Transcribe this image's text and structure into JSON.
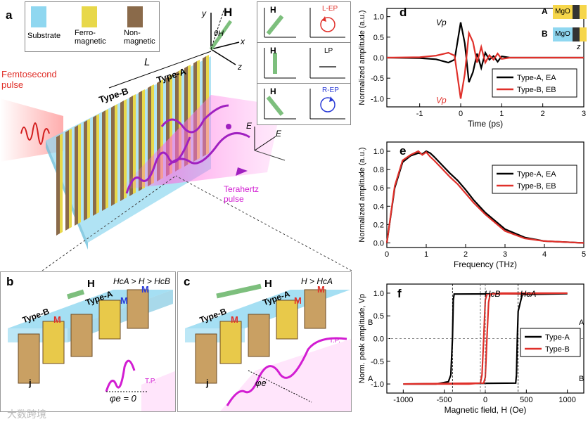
{
  "figure": {
    "panel_labels": {
      "a": "a",
      "b": "b",
      "c": "c",
      "d": "d",
      "e": "e",
      "f": "f"
    },
    "watermark": "大数跨境"
  },
  "panel_a": {
    "legend": [
      {
        "label": "Substrate",
        "color": "#8fd7f0"
      },
      {
        "label": "Ferro-\nmagnetic",
        "color": "#e8d84a"
      },
      {
        "label": "Non-\nmagnetic",
        "color": "#8a6a4a"
      }
    ],
    "femto_label": "Femtosecond\npulse",
    "thz_label": "Terahertz\npulse",
    "L_label": "L",
    "typeA": "Type-A",
    "typeB": "Type-B",
    "axes": {
      "y": "y",
      "x": "x",
      "z": "z",
      "H": "H",
      "theta": "θH",
      "Ey": "E",
      "Ex": "E"
    },
    "insets": [
      {
        "pol": "L-EP",
        "color": "#e0302a"
      },
      {
        "pol": "LP",
        "color": "#000000"
      },
      {
        "pol": "R-EP",
        "color": "#2a3bd6"
      }
    ]
  },
  "panel_b": {
    "cond": "HcA > H > HcB",
    "H": "H",
    "typeA": "Type-A",
    "typeB": "Type-B",
    "M": "M",
    "jc": "j",
    "tp": "T.P.",
    "phi": "φe = 0"
  },
  "panel_c": {
    "cond": "H > HcA",
    "H": "H",
    "typeA": "Type-A",
    "typeB": "Type-B",
    "M": "M",
    "jc": "j",
    "tp": "T.P.",
    "phi": "φe"
  },
  "panel_d": {
    "ylabel": "Normalized amplitude (a.u.)",
    "xlabel": "Time (ps)",
    "legend": [
      "Type-A, EA",
      "Type-B, EB"
    ],
    "vp": "Vp",
    "insetA": "A",
    "insetB": "B",
    "mgo": "MgO",
    "z": "z",
    "xticks": [
      "-1",
      "0",
      "1",
      "2",
      "3"
    ],
    "yticks": [
      "1.0",
      "0.5",
      "0.0",
      "-0.5",
      "-1.0"
    ]
  },
  "panel_e": {
    "ylabel": "Normalized amplitude (a.u.)",
    "xlabel": "Frequency (THz)",
    "legend": [
      "Type-A, EA",
      "Type-B, EB"
    ],
    "xticks": [
      "0",
      "1",
      "2",
      "3",
      "4",
      "5"
    ],
    "yticks": [
      "1.0",
      "0.8",
      "0.6",
      "0.4",
      "0.2",
      "0.0"
    ]
  },
  "panel_f": {
    "ylabel": "Norm. peak amplitude, Vp",
    "xlabel": "Magnetic field, H (Oe)",
    "legend": [
      "Type-A",
      "Type-B"
    ],
    "hcb": "HcB",
    "hca": "HcA",
    "xticks": [
      "-1000",
      "-500",
      "0",
      "500",
      "1000"
    ],
    "yticks": [
      "1.0",
      "0.5",
      "0.0",
      "-0.5",
      "-1.0"
    ],
    "corner_labels": {
      "tl": "B",
      "bl": "A",
      "tr": "A",
      "br": "B"
    }
  },
  "chart_data": [
    {
      "type": "line",
      "xlabel": "Time (ps)",
      "ylabel": "Normalized amplitude (a.u.)",
      "xlim": [
        -1.8,
        3
      ],
      "ylim": [
        -1.2,
        1.2
      ],
      "series": [
        {
          "name": "Type-A, EA",
          "color": "#000000",
          "x": [
            -1.8,
            -1,
            -0.6,
            -0.3,
            -0.15,
            0,
            0.1,
            0.2,
            0.3,
            0.4,
            0.5,
            0.6,
            0.7,
            0.8,
            0.9,
            1.0,
            1.2,
            1.5,
            2,
            3
          ],
          "y": [
            0,
            -0.01,
            -0.04,
            -0.12,
            -0.05,
            0.86,
            0.35,
            -0.6,
            -0.35,
            0.1,
            -0.25,
            0.12,
            -0.05,
            0.04,
            -0.1,
            0.03,
            0.0,
            0.0,
            0.0,
            0.0
          ]
        },
        {
          "name": "Type-B, EB",
          "color": "#e0302a",
          "x": [
            -1.8,
            -1,
            -0.6,
            -0.3,
            -0.15,
            0,
            0.1,
            0.2,
            0.3,
            0.4,
            0.5,
            0.6,
            0.7,
            0.8,
            0.9,
            1.0,
            1.2,
            1.5,
            2,
            3
          ],
          "y": [
            0,
            0.01,
            0.05,
            0.12,
            0.05,
            -1.0,
            -0.4,
            0.6,
            0.38,
            -0.12,
            0.26,
            -0.12,
            0.06,
            -0.05,
            0.1,
            -0.03,
            0.0,
            0.0,
            0.0,
            0.0
          ]
        }
      ]
    },
    {
      "type": "line",
      "xlabel": "Frequency (THz)",
      "ylabel": "Normalized amplitude (a.u.)",
      "xlim": [
        0,
        5
      ],
      "ylim": [
        -0.05,
        1.1
      ],
      "series": [
        {
          "name": "Type-A, EA",
          "color": "#000000",
          "x": [
            0,
            0.2,
            0.4,
            0.6,
            0.8,
            0.9,
            1.0,
            1.1,
            1.2,
            1.4,
            1.6,
            1.8,
            2.0,
            2.2,
            2.5,
            3.0,
            3.5,
            4.0,
            4.5,
            5.0
          ],
          "y": [
            0,
            0.6,
            0.88,
            0.95,
            0.98,
            0.97,
            1.0,
            0.98,
            0.94,
            0.85,
            0.76,
            0.68,
            0.58,
            0.47,
            0.33,
            0.15,
            0.06,
            0.02,
            0.01,
            0.0
          ]
        },
        {
          "name": "Type-B, EB",
          "color": "#e0302a",
          "x": [
            0,
            0.2,
            0.4,
            0.6,
            0.8,
            0.9,
            1.0,
            1.1,
            1.2,
            1.4,
            1.6,
            1.8,
            2.0,
            2.2,
            2.5,
            3.0,
            3.5,
            4.0,
            4.5,
            5.0
          ],
          "y": [
            0,
            0.62,
            0.9,
            0.96,
            1.0,
            0.96,
            0.99,
            0.94,
            0.9,
            0.81,
            0.72,
            0.64,
            0.54,
            0.44,
            0.31,
            0.13,
            0.05,
            0.02,
            0.01,
            0.0
          ]
        }
      ]
    },
    {
      "type": "line",
      "xlabel": "Magnetic field, H (Oe)",
      "ylabel": "Norm. peak amplitude, Vp",
      "xlim": [
        -1200,
        1200
      ],
      "ylim": [
        -1.2,
        1.2
      ],
      "series": [
        {
          "name": "Type-A",
          "color": "#000000",
          "x": [
            -1000,
            -600,
            -450,
            -420,
            -400,
            -390,
            -380,
            1000,
            1000,
            450,
            400,
            390,
            380,
            370,
            -1000
          ],
          "y": [
            -1.0,
            -1.0,
            -0.95,
            -0.8,
            0.0,
            0.85,
            0.98,
            0.99,
            0.99,
            0.97,
            0.6,
            0.0,
            -0.8,
            -0.98,
            -1.0
          ]
        },
        {
          "name": "Type-B",
          "color": "#e0302a",
          "x": [
            -1000,
            -200,
            -60,
            -40,
            -20,
            0,
            20,
            1000,
            1000,
            200,
            60,
            40,
            20,
            0,
            -20,
            -1000
          ],
          "y": [
            -1.0,
            -1.0,
            -0.98,
            -0.8,
            0.0,
            0.85,
            0.98,
            1.0,
            1.0,
            1.0,
            0.98,
            0.8,
            0.0,
            -0.85,
            -0.98,
            -1.0
          ]
        }
      ]
    }
  ]
}
